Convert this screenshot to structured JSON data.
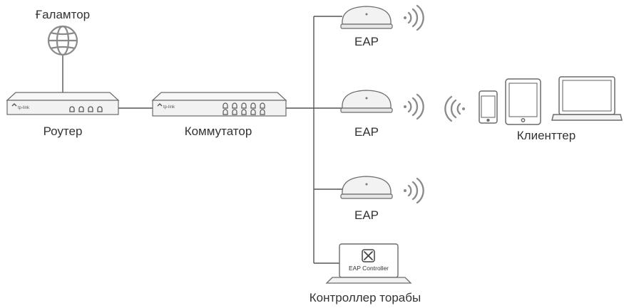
{
  "labels": {
    "internet": "Ғаламтор",
    "router": "Роутер",
    "switch": "Коммутатор",
    "eap_1": "EAP",
    "eap_2": "EAP",
    "eap_3": "EAP",
    "clients": "Клиенттер",
    "controller": "Контроллер торабы"
  },
  "device_text": {
    "brand": "tp-link",
    "controller_screen": "EAP Controller"
  },
  "icons": {
    "internet": "globe-icon",
    "router": "router-icon",
    "switch": "switch-icon",
    "access_point": "access-point-icon",
    "wireless": "wifi-signal-icon",
    "phone": "smartphone-icon",
    "tablet": "tablet-icon",
    "laptop": "laptop-icon",
    "controller": "controller-tools-icon"
  },
  "colors": {
    "line": "#555555",
    "device_fill": "#f2f2f2",
    "device_stroke": "#6b6b6b",
    "signal": "#8a8a8a",
    "text": "#333333"
  }
}
